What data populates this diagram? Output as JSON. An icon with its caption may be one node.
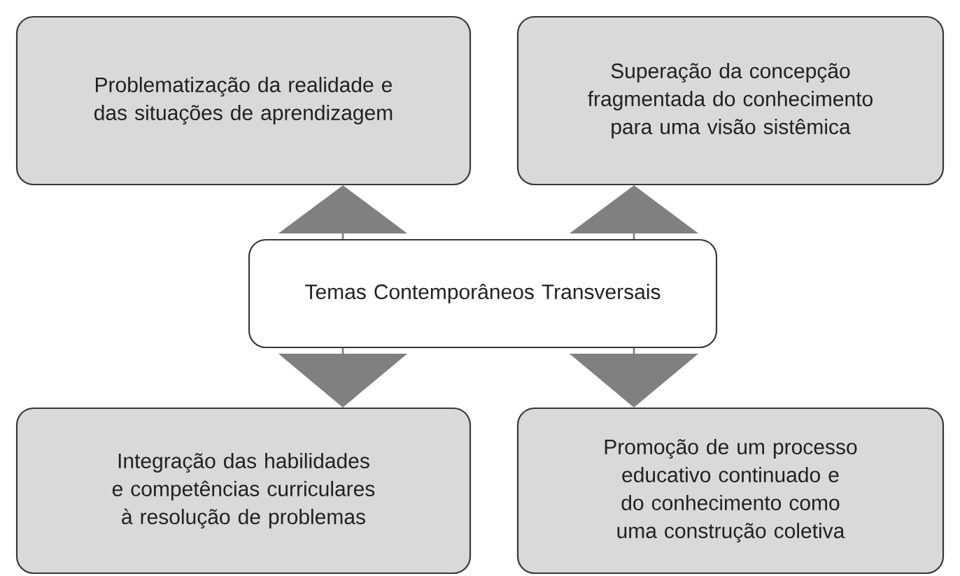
{
  "diagram": {
    "nodes": [
      {
        "text": [
          "Problematização da realidade e das situações de aprendizagem"
        ]
      },
      {
        "text": [
          "Superação da concepção fragmentada do conhecimento para uma visão sistêmica"
        ]
      },
      {
        "text": [
          "Temas Contemporâneos Transversais"
        ]
      },
      {
        "text": [
          "Integração das habilidades e competências curriculares à resolução de problemas"
        ]
      },
      {
        "text": [
          "Promoção de um processo educativo continuado e do conhecimento como uma construção coletiva"
        ]
      }
    ],
    "edges": [
      {
        "from": 2,
        "to": 0,
        "arrow": "to"
      },
      {
        "from": 2,
        "to": 1,
        "arrow": "to"
      },
      {
        "from": 2,
        "to": 3,
        "arrow": "to"
      },
      {
        "from": 2,
        "to": 4,
        "arrow": "to"
      }
    ]
  }
}
